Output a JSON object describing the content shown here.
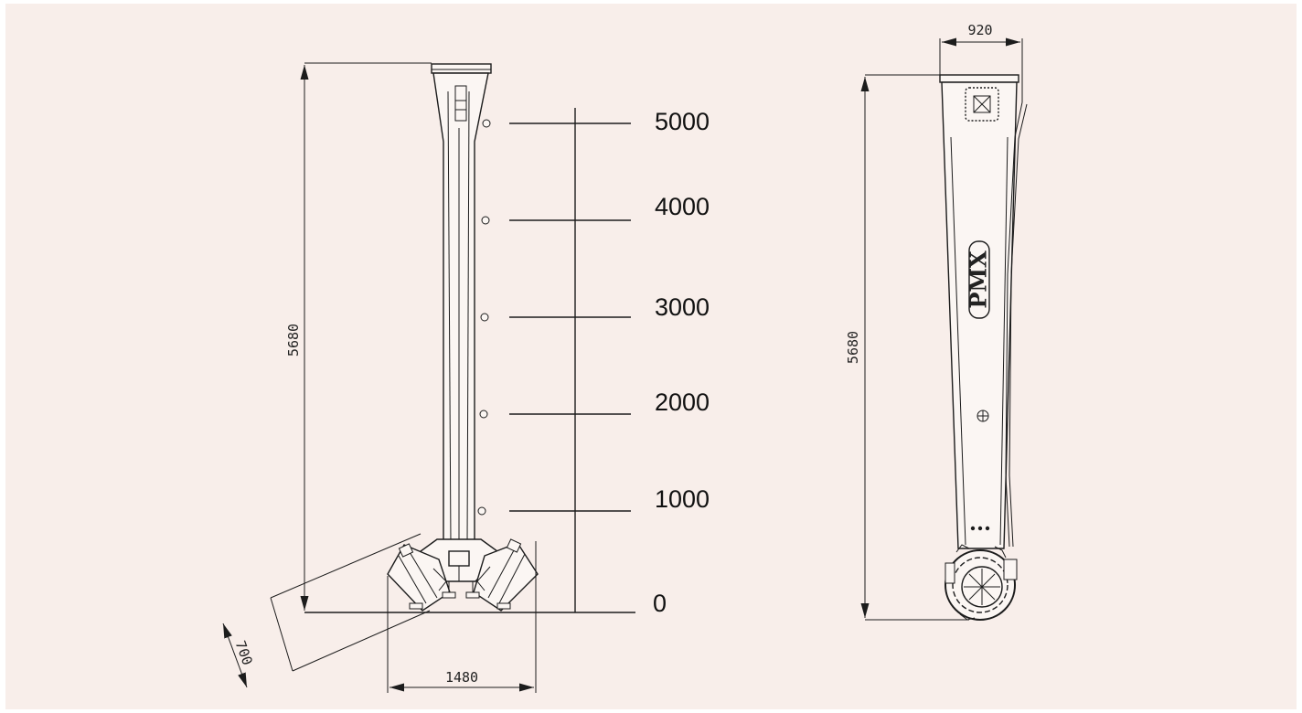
{
  "scale": {
    "ticks": [
      "5000",
      "4000",
      "3000",
      "2000",
      "1000",
      "0"
    ]
  },
  "front_view": {
    "height_dim": "5680",
    "width_dim": "1480",
    "wheel_dim": "700"
  },
  "side_view": {
    "width_dim": "920",
    "height_dim": "5680",
    "logo_text": "PMX"
  },
  "colors": {
    "background": "#f8eeea",
    "line": "#1c1c1c"
  }
}
